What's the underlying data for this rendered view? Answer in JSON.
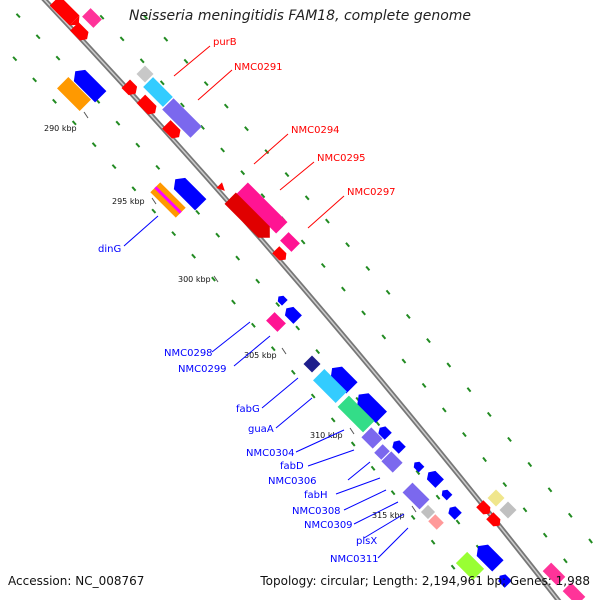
{
  "title": "Neisseria meningitidis FAM18, complete genome",
  "footer": {
    "accession": "Accession: NC_008767",
    "summary": "Topology: circular; Length: 2,194,961 bp; Genes: 1,988"
  },
  "ticks": [
    "290 kbp",
    "295 kbp",
    "300 kbp",
    "305 kbp",
    "310 kbp",
    "315 kbp"
  ],
  "gene_labels_forward": [
    "purB",
    "NMC0291",
    "NMC0294",
    "NMC0295",
    "NMC0297"
  ],
  "gene_labels_reverse": [
    "dinG",
    "NMC0298",
    "NMC0299",
    "fabG",
    "guaA",
    "NMC0304",
    "fabD",
    "NMC0306",
    "fabH",
    "NMC0308",
    "NMC0309",
    "plsX",
    "NMC0311"
  ],
  "colors": {
    "forward": "#ff0000",
    "reverse": "#0000ff",
    "backbone": "#808080",
    "tick_dots": "#228b22"
  }
}
